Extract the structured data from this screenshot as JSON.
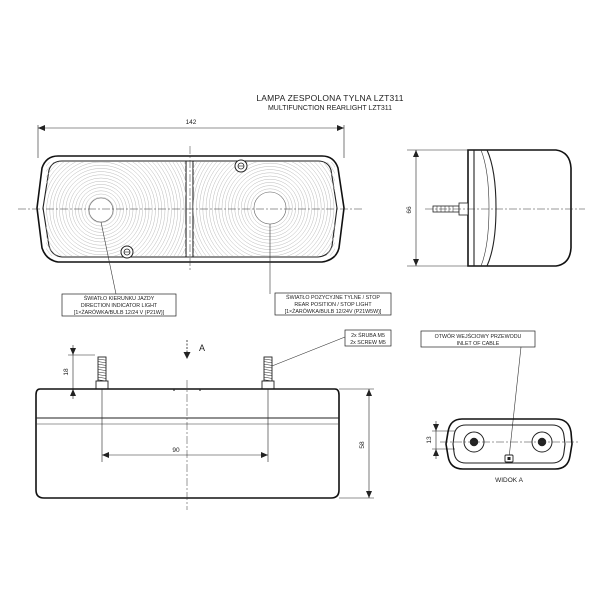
{
  "title": {
    "line1": "LAMPA ZESPOLONA TYLNA LZT311",
    "line2": "MULTIFUNCTION REARLIGHT LZT311"
  },
  "dimensions": {
    "width_top": "142",
    "height_side": "66",
    "bolt_height": "18",
    "bolt_spacing": "90",
    "height_front": "58",
    "inlet_offset": "13"
  },
  "labels": {
    "direction": [
      "ŚWIATŁO KIERUNKU JAZDY",
      "DIRECTION INDICATOR LIGHT",
      "[1×ŻARÓWKA/BULB 12/24 V (P21W)]"
    ],
    "rear_stop": [
      "ŚWIATŁO POZYCYJNE TYLNE / STOP",
      "REAR POSITION / STOP LIGHT",
      "[1×ŻARÓWKA/BULB 12/24V (P21W5W)]"
    ],
    "screw": [
      "2x ŚRUBA M5",
      "2x SCREW M5"
    ],
    "inlet": [
      "OTWÓR WEJŚCIOWY PRZEWODU",
      "INLET OF CABLE"
    ],
    "view_marker": "A",
    "view_caption": "WIDOK A"
  }
}
